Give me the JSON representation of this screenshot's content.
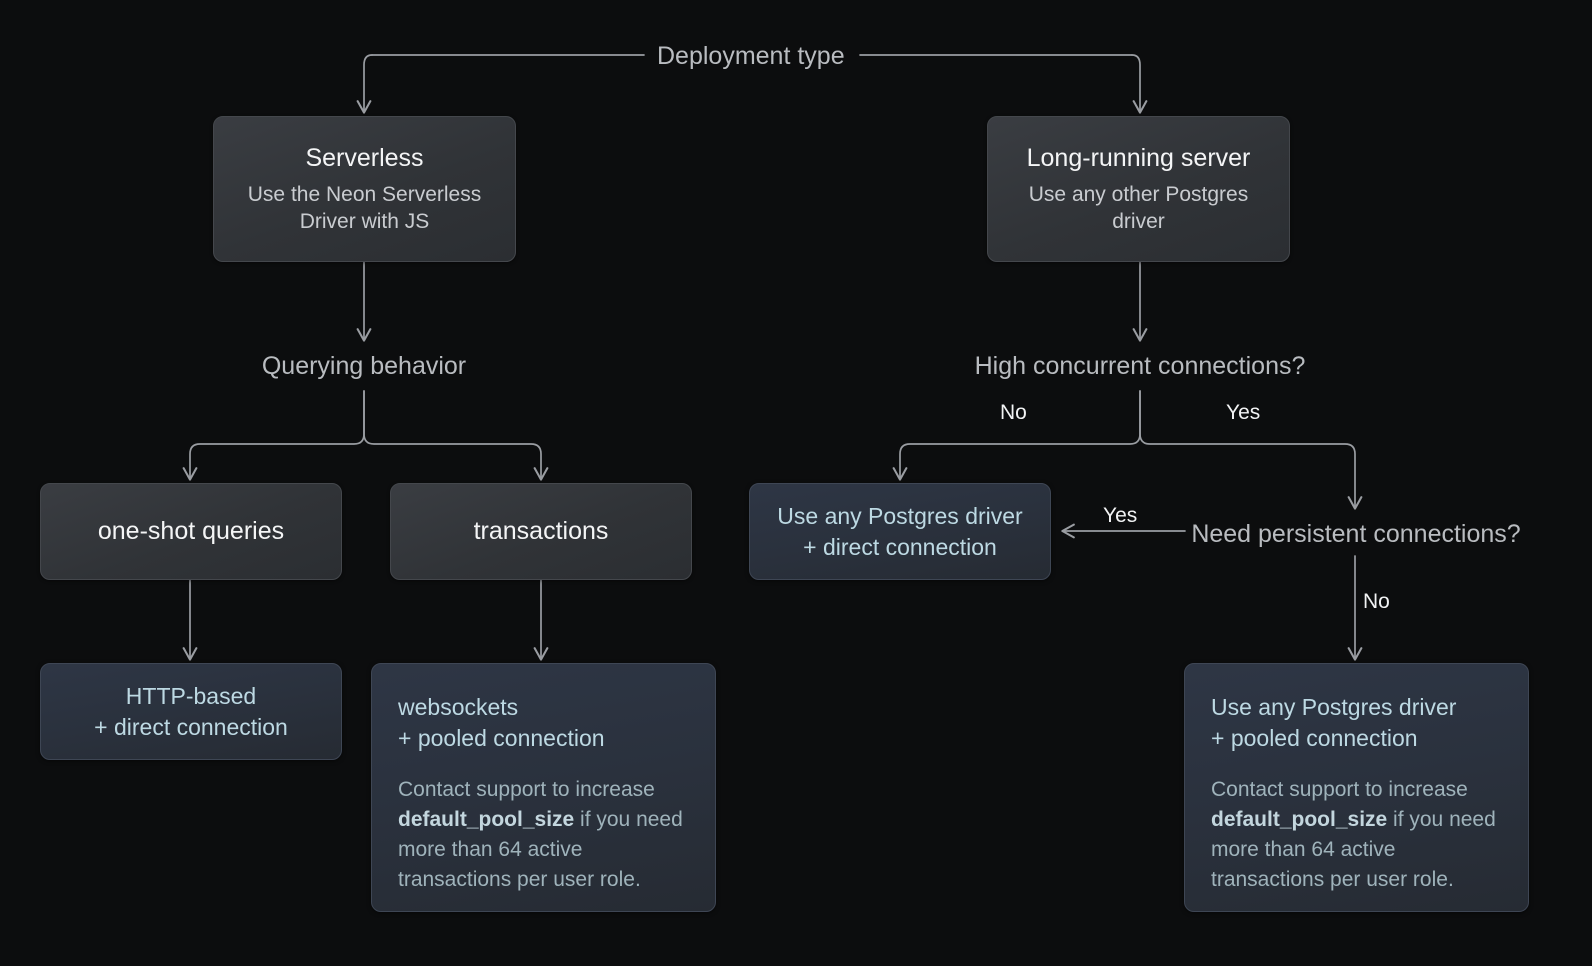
{
  "diagram": {
    "title": "Deployment type",
    "background_color": "#0c0d0e",
    "connector_color": "#9a9da2",
    "accent_text_color": "#bdd9e3"
  },
  "nodes": {
    "root": {
      "label": "Deployment type"
    },
    "serverless": {
      "title": "Serverless",
      "subtitle": "Use the Neon Serverless Driver with JS"
    },
    "long_running": {
      "title": "Long-running server",
      "subtitle": "Use any other Postgres driver"
    },
    "querying_behavior": {
      "label": "Querying behavior"
    },
    "high_concurrent": {
      "label": "High concurrent connections?"
    },
    "one_shot": {
      "title": "one-shot queries"
    },
    "transactions": {
      "title": "transactions"
    },
    "need_persistent": {
      "label": "Need persistent connections?"
    },
    "http_direct": {
      "headline_line1": "HTTP-based",
      "headline_line2": "+ direct connection"
    },
    "driver_direct": {
      "headline_line1": "Use any Postgres driver",
      "headline_line2": "+ direct connection"
    },
    "websockets_pooled": {
      "headline_line1": "websockets",
      "headline_line2": "+ pooled connection",
      "note_before": "Contact support to increase ",
      "note_code": "default_pool_size",
      "note_after": " if you need more than 64 active transactions per user role."
    },
    "driver_pooled": {
      "headline_line1": "Use any Postgres driver",
      "headline_line2": "+ pooled connection",
      "note_before": "Contact support to increase ",
      "note_code": "default_pool_size",
      "note_after": " if you need more than 64 active transactions per user role."
    }
  },
  "edge_labels": {
    "concurrent_no": "No",
    "concurrent_yes": "Yes",
    "persistent_yes": "Yes",
    "persistent_no": "No"
  }
}
